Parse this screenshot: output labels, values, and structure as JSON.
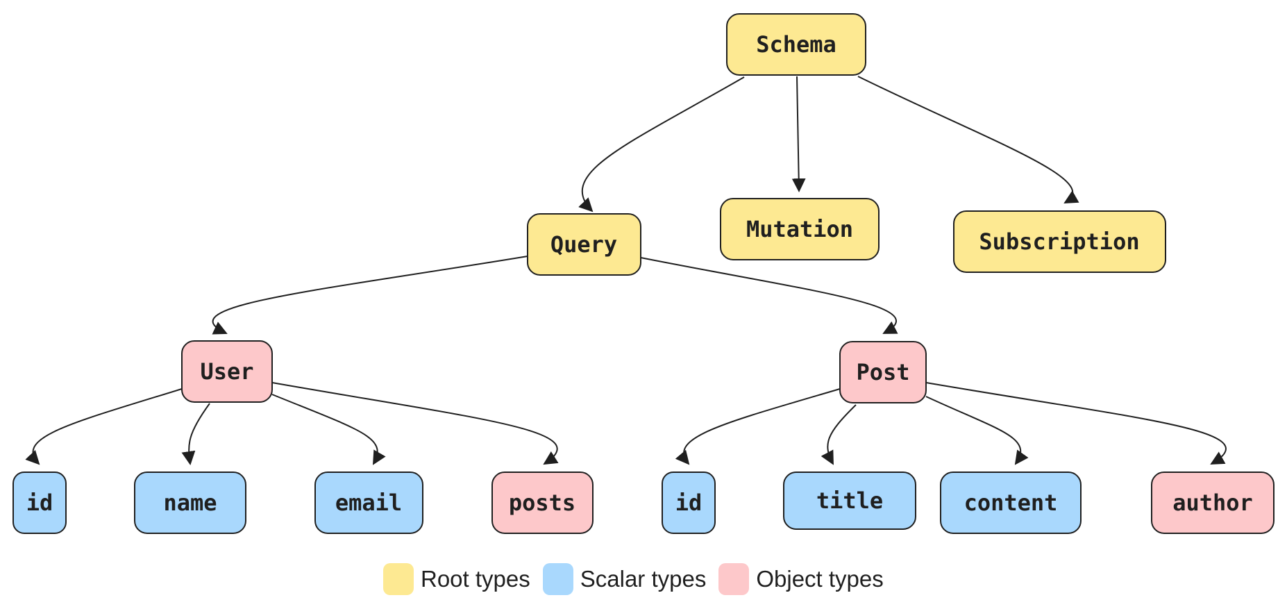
{
  "colors": {
    "root": "#fde992",
    "scalar": "#a9d8fd",
    "object": "#fdc8ca",
    "stroke": "#1f1f1f"
  },
  "nodes": {
    "schema": {
      "label": "Schema",
      "kind": "root"
    },
    "query": {
      "label": "Query",
      "kind": "root"
    },
    "mutation": {
      "label": "Mutation",
      "kind": "root"
    },
    "subscription": {
      "label": "Subscription",
      "kind": "root"
    },
    "user": {
      "label": "User",
      "kind": "object"
    },
    "post": {
      "label": "Post",
      "kind": "object"
    },
    "user_id": {
      "label": "id",
      "kind": "scalar"
    },
    "user_name": {
      "label": "name",
      "kind": "scalar"
    },
    "user_email": {
      "label": "email",
      "kind": "scalar"
    },
    "user_posts": {
      "label": "posts",
      "kind": "object"
    },
    "post_id": {
      "label": "id",
      "kind": "scalar"
    },
    "post_title": {
      "label": "title",
      "kind": "scalar"
    },
    "post_content": {
      "label": "content",
      "kind": "scalar"
    },
    "post_author": {
      "label": "author",
      "kind": "object"
    }
  },
  "edges": [
    [
      "schema",
      "query"
    ],
    [
      "schema",
      "mutation"
    ],
    [
      "schema",
      "subscription"
    ],
    [
      "query",
      "user"
    ],
    [
      "query",
      "post"
    ],
    [
      "user",
      "user_id"
    ],
    [
      "user",
      "user_name"
    ],
    [
      "user",
      "user_email"
    ],
    [
      "user",
      "user_posts"
    ],
    [
      "post",
      "post_id"
    ],
    [
      "post",
      "post_title"
    ],
    [
      "post",
      "post_content"
    ],
    [
      "post",
      "post_author"
    ]
  ],
  "legend": {
    "root": "Root types",
    "scalar": "Scalar types",
    "object": "Object types"
  }
}
